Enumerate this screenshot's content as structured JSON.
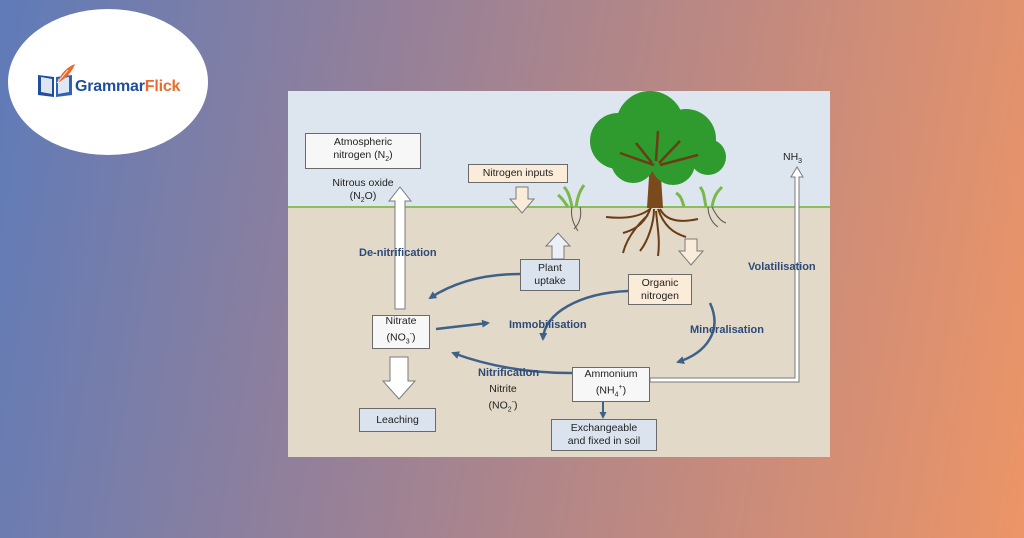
{
  "brand": {
    "name_part1": "Grammar",
    "name_part2": "Flick",
    "color_primary": "#1f4f9c",
    "color_accent": "#ec6a2c",
    "icon": "open-book-quill-icon"
  },
  "diagram": {
    "boxes": {
      "atmospheric_line1": "Atmospheric",
      "atmospheric_line2": "nitrogen (N",
      "atmospheric_sub": "2",
      "atmospheric_close": ")",
      "nitrogen_inputs": "Nitrogen inputs",
      "plant_uptake_line1": "Plant",
      "plant_uptake_line2": "uptake",
      "organic_line1": "Organic",
      "organic_line2": "nitrogen",
      "nitrate_line1": "Nitrate",
      "nitrate_line2": "(NO",
      "nitrate_sub": "3",
      "nitrate_sup": "-",
      "nitrate_close": ")",
      "ammonium_line1": "Ammonium",
      "ammonium_line2": "(NH",
      "ammonium_sub": "4",
      "ammonium_sup": "+",
      "ammonium_close": ")",
      "leaching": "Leaching",
      "exchangeable_line1": "Exchangeable",
      "exchangeable_line2": "and fixed in soil"
    },
    "labels": {
      "nitrous_line1": "Nitrous oxide",
      "nitrous_line2": "(N",
      "nitrous_sub": "2",
      "nitrous_close": "O)",
      "nh3": "NH",
      "nh3_sub": "3",
      "nitrite_line1": "Nitrite",
      "nitrite_line2": "(NO",
      "nitrite_sub": "2",
      "nitrite_sup": "-",
      "nitrite_close": ")"
    },
    "processes": {
      "denitrification": "De-nitrification",
      "immobilisation": "Immobilisation",
      "mineralisation": "Mineralisation",
      "nitrification": "Nitrification",
      "volatilisation": "Volatilisation"
    },
    "colors": {
      "sky": "#dde6ee",
      "soil": "#e3d9c8",
      "ground_line": "#8bbf5e",
      "cycle_arrow": "#3d6189",
      "tree_canopy": "#2f9a2e",
      "roots": "#6b3d14"
    }
  }
}
